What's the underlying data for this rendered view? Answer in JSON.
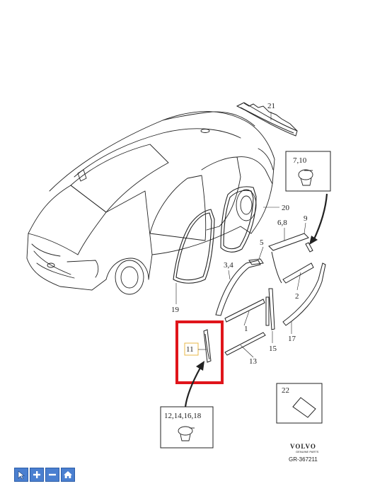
{
  "parts": {
    "p21": "21",
    "p7_10": "7,10",
    "p20": "20",
    "p9": "9",
    "p6_8": "6,8",
    "p5": "5",
    "p3_4": "3,4",
    "p19": "19",
    "p1": "1",
    "p2": "2",
    "p11": "11",
    "p15": "15",
    "p17": "17",
    "p13": "13",
    "p22": "22",
    "p12_14_16_18": "12,14,16,18"
  },
  "brand": {
    "logo": "VOLVO",
    "sub": "GENUINE PARTS",
    "ref": "GR-367211"
  },
  "colors": {
    "highlight": "#e0151b",
    "toolbar": "#4a7fd0",
    "line": "#222222"
  },
  "toolbar": {
    "items": [
      "cursor-icon",
      "zoom-in-icon",
      "zoom-out-icon",
      "home-icon"
    ]
  }
}
